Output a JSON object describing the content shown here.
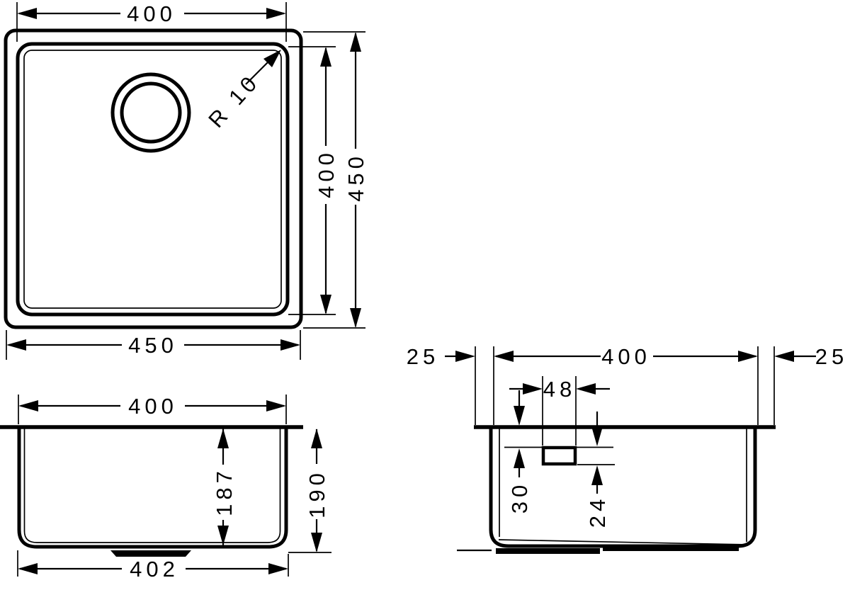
{
  "page": {
    "background_color": "#ffffff",
    "line_color": "#000000",
    "description": "Technical dimension drawing of a square undermount sink: plan view, front elevation and side elevation"
  },
  "views": {
    "plan": {
      "bowl_width": "400",
      "bowl_height": "400",
      "outer_height": "450",
      "outer_width": "450",
      "corner_radius": "R 10"
    },
    "front": {
      "bowl_width": "400",
      "bowl_depth": "187",
      "overall_depth": "190",
      "base_width": "402"
    },
    "side": {
      "rim_left": "25",
      "bowl_width": "400",
      "rim_right": "25",
      "overflow_width": "48",
      "overflow_top_offset": "30",
      "overflow_height": "24"
    }
  }
}
